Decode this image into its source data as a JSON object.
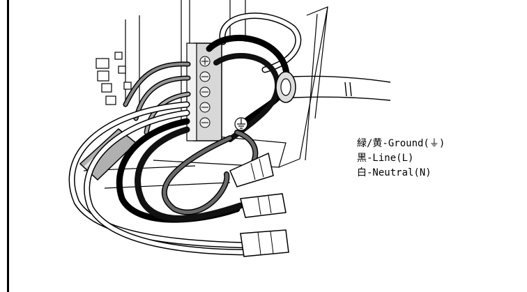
{
  "legend": {
    "ground": "緑/黄-Ground(⏚)",
    "line": "黒-Line(L)",
    "neutral": "白-Neutral(N)"
  },
  "colors": {
    "ground_wire": "#6a6a6a",
    "line_wire": "#111111",
    "neutral_wire": "#ffffff",
    "outline": "#000000"
  },
  "icons": [
    "ground-symbol-icon",
    "terminal-block-icon",
    "wire-nut-icon",
    "cable-clamp-icon"
  ]
}
